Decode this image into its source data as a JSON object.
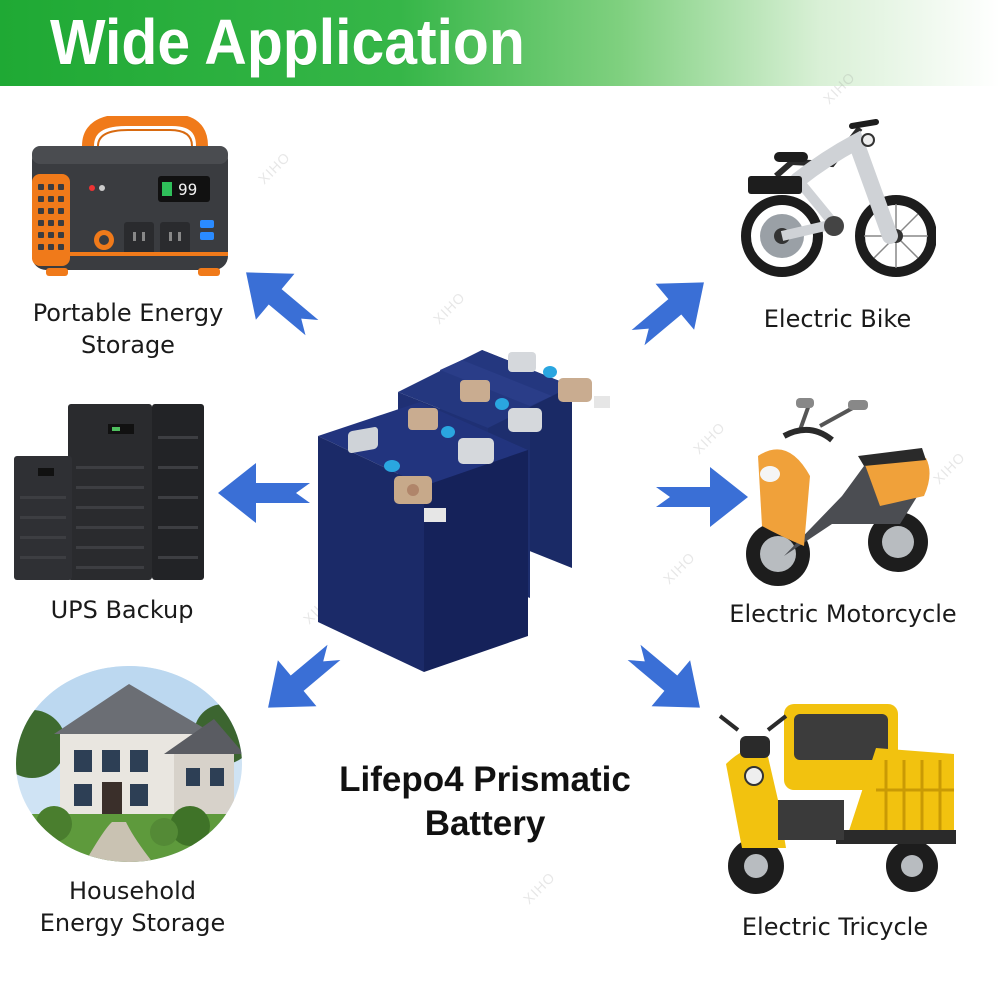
{
  "banner": {
    "title": "Wide Application",
    "color_start": "#1fa934",
    "color_end": "#ffffff"
  },
  "center": {
    "title_line1": "Lifepo4 Prismatic",
    "title_line2": "Battery"
  },
  "applications": {
    "portable_energy_storage": {
      "line1": "Portable Energy",
      "line2": "Storage"
    },
    "ups_backup": {
      "label": "UPS Backup"
    },
    "household_energy_storage": {
      "line1": "Household",
      "line2": "Energy Storage"
    },
    "electric_bike": {
      "label": "Electric Bike"
    },
    "electric_motorcycle": {
      "label": "Electric Motorcycle"
    },
    "electric_tricycle": {
      "label": "Electric Tricycle"
    }
  },
  "power_station_display": {
    "readout": "99"
  },
  "watermark": {
    "text": "XIHO"
  },
  "colors": {
    "arrow": "#3a6fd6",
    "battery": "#1f2f6e",
    "accent_orange": "#f07a1a",
    "tricycle_yellow": "#f2c20f"
  }
}
